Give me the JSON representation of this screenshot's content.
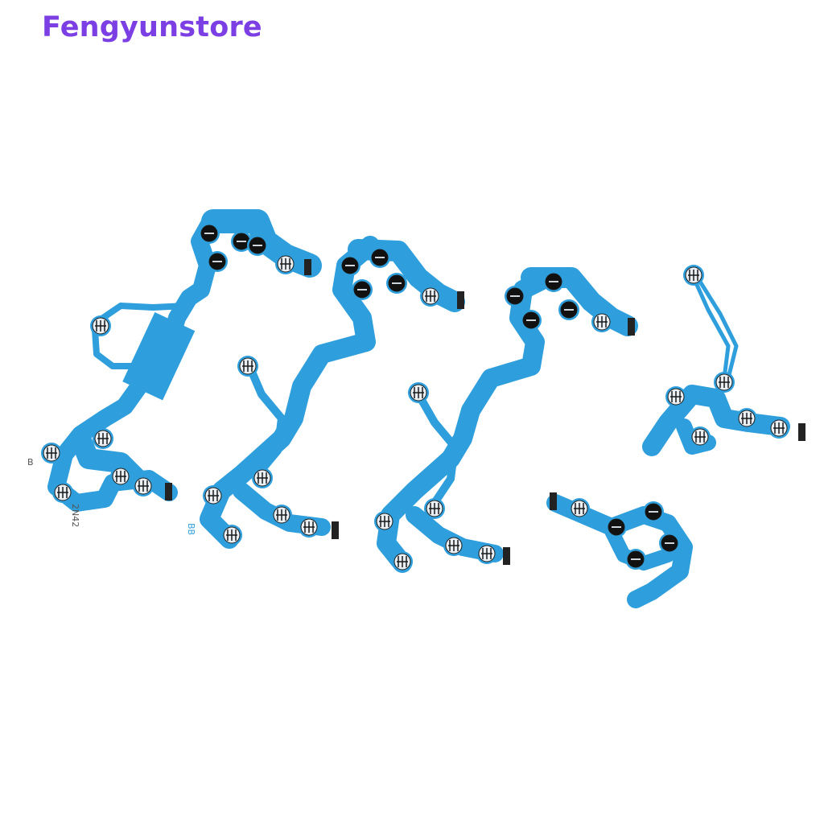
{
  "store": {
    "name": "Fengyunstore"
  },
  "product": {
    "markings": [
      "B",
      "2N42",
      "BB"
    ]
  },
  "colors": {
    "brand": "#7b3fe4",
    "ribbon": "#2e9fdc",
    "ribbon_dark": "#1f84c6",
    "pad_fill": "#e9eef2",
    "pad_line": "#1a1a1a",
    "pad_dot": "#111111",
    "connector": "#222222"
  }
}
